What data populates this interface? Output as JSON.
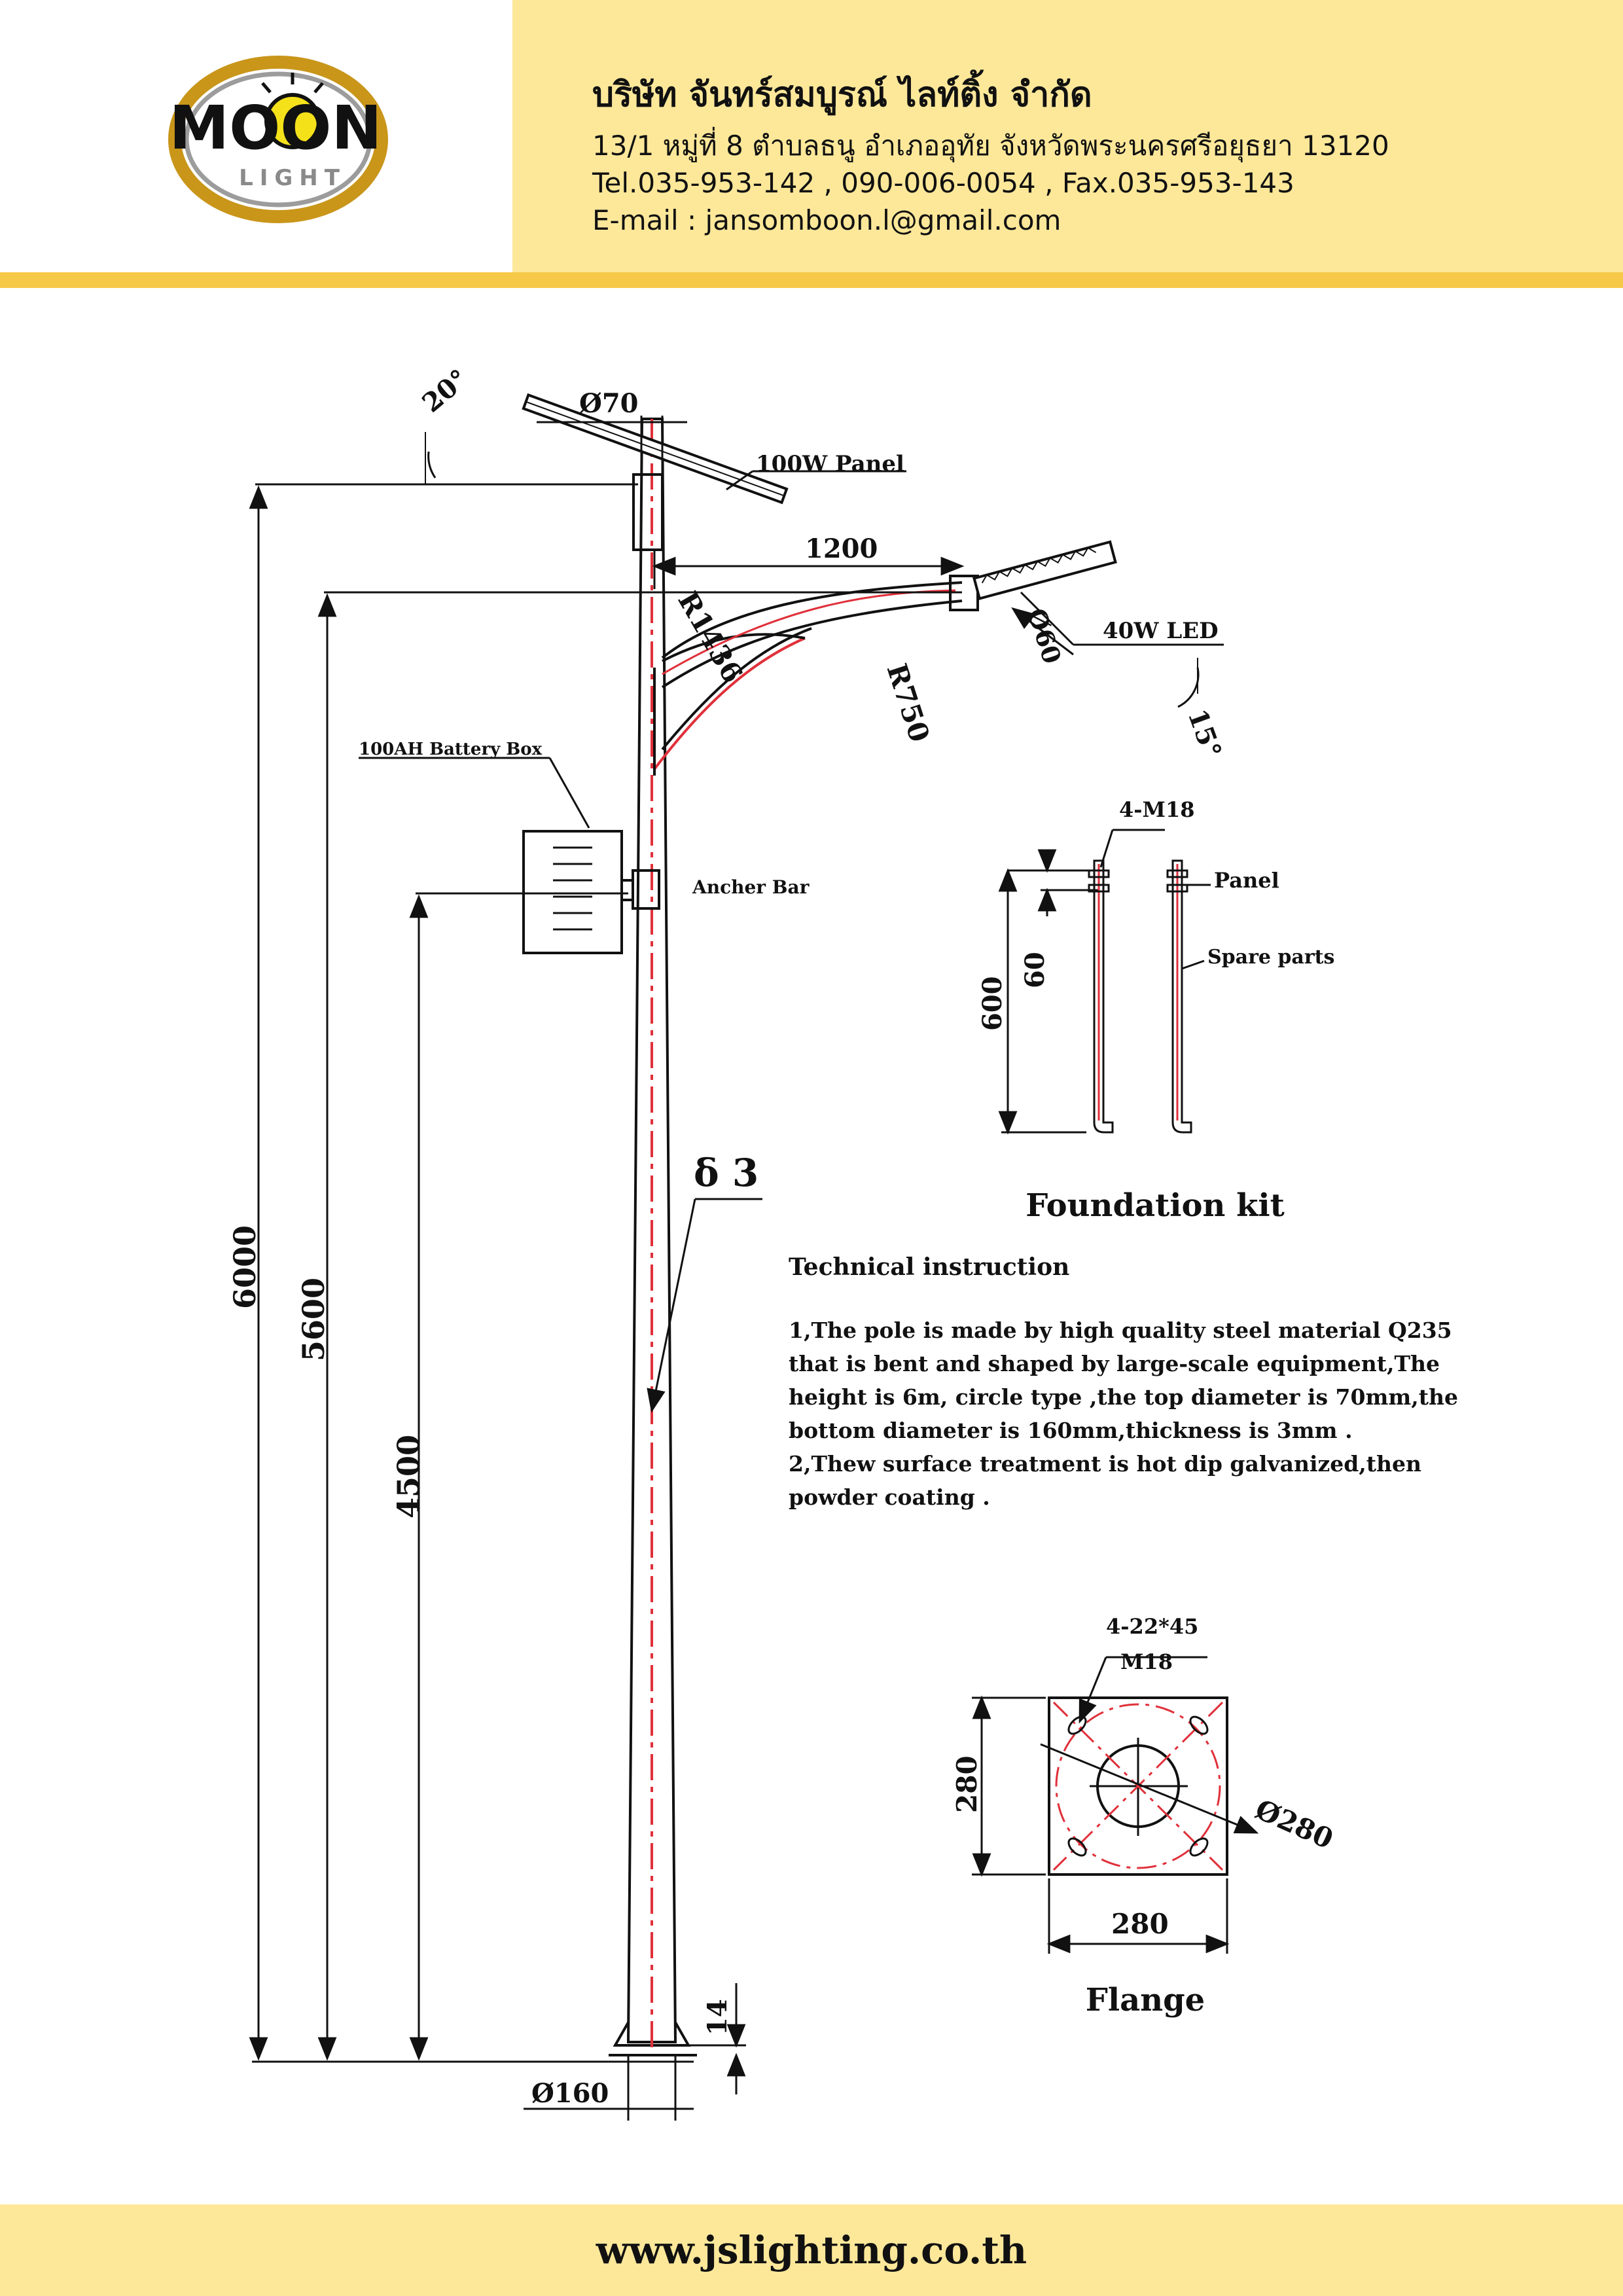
{
  "header": {
    "logo": {
      "word": "MOON",
      "sub": "LIGHT"
    },
    "company_name": "บริษัท จันทร์สมบูรณ์ ไลท์ติ้ง จำกัด",
    "address": "13/1 หมู่ที่ 8 ตำบลธนู อำเภออุทัย จังหวัดพระนครศรีอยุธยา 13120",
    "phones": "Tel.035-953-142 , 090-006-0054 , Fax.035-953-143",
    "email": "E-mail : jansomboon.l@gmail.com"
  },
  "drawing": {
    "colors": {
      "line": "#111111",
      "centerline": "#e0303a"
    },
    "pole": {
      "dims": {
        "total_height": "6000",
        "arm_height": "5600",
        "battery_height": "4500",
        "top_diameter": "Ø70",
        "bottom_diameter": "Ø160",
        "base_plate": "14",
        "thickness": "δ 3"
      },
      "arm": {
        "reach": "1200",
        "radius_1": "R1436",
        "radius_2": "R750",
        "lamp_tube": "Ø60"
      },
      "angles": {
        "panel": "20°",
        "lamp": "15°"
      },
      "labels": {
        "panel": "100W  Panel",
        "led": "40W LED",
        "battery": "100AH Battery Box",
        "anchor": "Ancher Bar"
      }
    },
    "foundation": {
      "title": "Foundation kit",
      "bolt_spec": "4-M18",
      "dim_total": "600",
      "dim_thread": "60",
      "label_panel": "Panel",
      "label_spare": "Spare parts"
    },
    "flange": {
      "title": "Flange",
      "holes": "4-22*45",
      "bolt": "M18",
      "dim_width": "280",
      "dim_height": "280",
      "dim_diag": "Ø280"
    }
  },
  "technical": {
    "title": "Technical instruction",
    "items": [
      "1,The pole is made by high quality steel material Q235 that is bent and shaped by large-scale equipment,The height is 6m, circle type ,the top diameter is 70mm,the bottom diameter is 160mm,thickness is 3mm .",
      "2,Thew surface treatment is hot dip galvanized,then powder coating ."
    ]
  },
  "footer": {
    "website": "www.jslighting.co.th"
  }
}
